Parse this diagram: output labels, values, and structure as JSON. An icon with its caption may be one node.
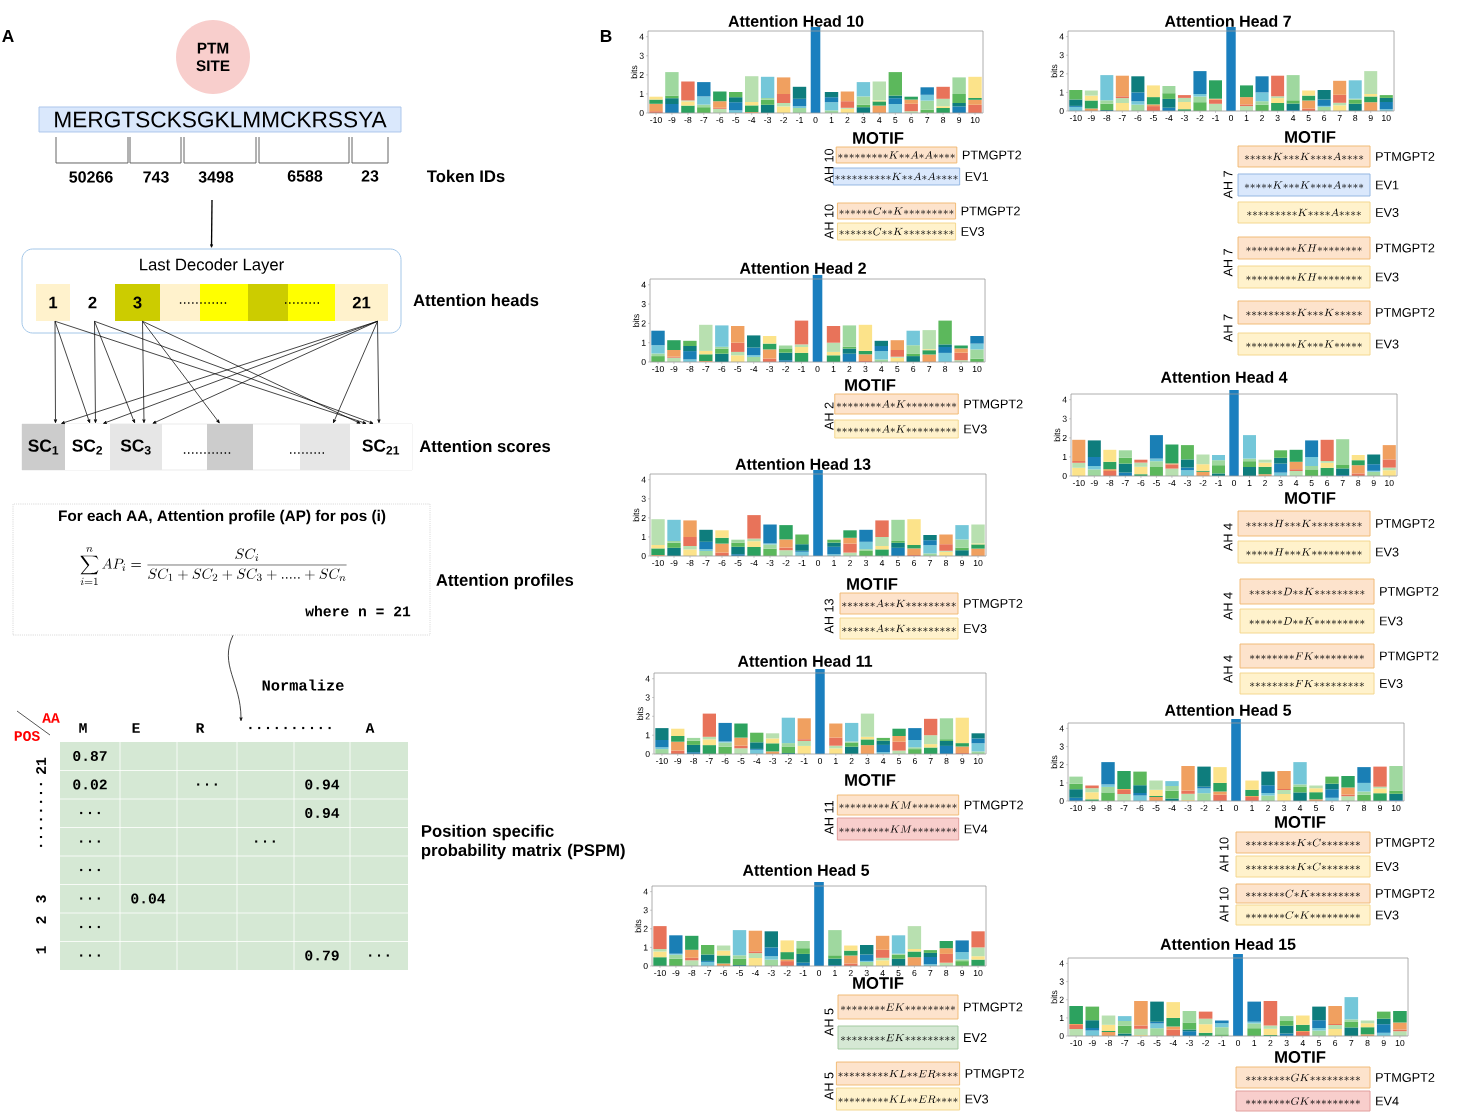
{
  "diagram": {
    "nodes": [
      {
        "text": [
          "PTM SITE"
        ]
      },
      {
        "text": [
          "MERGTSCKSGKLMMCKRSSYA"
        ]
      },
      {
        "text": [
          "Last Decoder Layer"
        ]
      },
      {
        "text": [
          "1"
        ],
        "in": 2
      },
      {
        "text": [
          "2"
        ],
        "in": 2
      },
      {
        "text": [
          "3"
        ],
        "in": 2
      },
      {
        "text": [],
        "shape": "box",
        "in": 2
      },
      {
        "text": [],
        "shape": "box",
        "in": 2
      },
      {
        "text": [],
        "shape": "box",
        "in": 2
      },
      {
        "text": [],
        "shape": "box",
        "in": 2
      },
      {
        "text": [
          "21"
        ],
        "in": 2
      },
      {
        "text": [
          "SC$_{1}$"
        ]
      },
      {
        "text": [
          "SC$_{2}$"
        ]
      },
      {
        "text": [
          "SC$_{3}$"
        ]
      },
      {
        "text": [],
        "shape": "box"
      },
      {
        "text": [],
        "shape": "box"
      },
      {
        "text": [
          "SC$_{21}$"
        ]
      },
      {
        "text": [
          "For each AA, Attention profile (AP) for pos (i)",
          "\\sum_{i=1}^{n} AP_{i} = \\frac{SC_{i}}{SC_{1} + SC_{2} + SC_{3} + ..... + SC_{n}}",
          "where n = 21"
        ],
        "beside": [
          "Attention profiles"
        ]
      },
      {
        "text": [],
        "shape": "box",
        "beside": [
          "Position specific probability matrix (PSPM)"
        ]
      },
      {
        "text": [
          "*********K**A*A****"
        ],
        "beside": [
          "PTMGPT2"
        ]
      },
      {
        "text": [
          "**********K**A*A****"
        ],
        "beside": [
          "EV1"
        ]
      },
      {
        "text": [
          "******C**K*********"
        ],
        "beside": [
          "PTMGPT2"
        ]
      },
      {
        "text": [
          "******C**K*********"
        ],
        "beside": [
          "EV3"
        ]
      },
      {
        "text": [
          "********A*K*********"
        ],
        "beside": [
          "PTMGPT2"
        ]
      },
      {
        "text": [
          "********A*K*********"
        ],
        "beside": [
          "EV3"
        ]
      },
      {
        "text": [
          "******A**K*********"
        ],
        "beside": [
          "PTMGPT2"
        ]
      },
      {
        "text": [
          "******A**K*********"
        ],
        "beside": [
          "EV3"
        ]
      },
      {
        "text": [
          "*********KM********"
        ],
        "beside": [
          "PTMGPT2"
        ]
      },
      {
        "text": [
          "*********KM********"
        ],
        "beside": [
          "EV4"
        ]
      },
      {
        "text": [
          "********EK*********"
        ],
        "beside": [
          "PTMGPT2"
        ]
      },
      {
        "text": [
          "********EK*********"
        ],
        "beside": [
          "EV2"
        ]
      },
      {
        "text": [
          "*********KL**ER****"
        ],
        "beside": [
          "PTMGPT2"
        ]
      },
      {
        "text": [
          "*********KL**ER****"
        ],
        "beside": [
          "EV3"
        ]
      },
      {
        "text": [
          "*****K***K****A****"
        ],
        "beside": [
          "PTMGPT2"
        ]
      },
      {
        "text": [
          "*****K***K****A****"
        ],
        "beside": [
          "EV1"
        ]
      },
      {
        "text": [
          "*********K****A****"
        ],
        "beside": [
          "EV3"
        ]
      },
      {
        "text": [
          "*********KH********"
        ],
        "beside": [
          "PTMGPT2"
        ]
      },
      {
        "text": [
          "*********KH********"
        ],
        "beside": [
          "EV3"
        ]
      },
      {
        "text": [
          "*********K***K*****"
        ],
        "beside": [
          "PTMGPT2"
        ]
      },
      {
        "text": [
          "*********K***K*****"
        ],
        "beside": [
          "EV3"
        ]
      },
      {
        "text": [
          "*****H***K*********"
        ],
        "beside": [
          "PTMGPT2"
        ]
      },
      {
        "text": [
          "*****H***K*********"
        ],
        "beside": [
          "EV3"
        ]
      },
      {
        "text": [
          "******D**K*********"
        ],
        "beside": [
          "PTMGPT2"
        ]
      },
      {
        "text": [
          "******D**K*********"
        ],
        "beside": [
          "EV3"
        ]
      },
      {
        "text": [
          "********FK*********"
        ],
        "beside": [
          "PTMGPT2"
        ]
      },
      {
        "text": [
          "********FK*********"
        ],
        "beside": [
          "EV3"
        ]
      },
      {
        "text": [
          "*********K*C*******"
        ],
        "beside": [
          "PTMGPT2"
        ]
      },
      {
        "text": [
          "*********K*C*******"
        ],
        "beside": [
          "EV3"
        ]
      },
      {
        "text": [
          "*******C*K*********"
        ],
        "beside": [
          "PTMGPT2"
        ]
      },
      {
        "text": [
          "*******C*K*********"
        ],
        "beside": [
          "EV3"
        ]
      },
      {
        "text": [
          "********GK*********"
        ],
        "beside": [
          "PTMGPT2"
        ]
      },
      {
        "text": [
          "********GK*********"
        ],
        "beside": [
          "EV4"
        ]
      }
    ],
    "edges": [
      {
        "from": null,
        "to": 2,
        "arrow": "to"
      },
      {
        "from": 3,
        "to": 11,
        "arrow": "to"
      },
      {
        "from": 3,
        "to": 12,
        "arrow": "to"
      },
      {
        "from": 3,
        "to": 16,
        "arrow": "to"
      },
      {
        "from": 4,
        "to": 12,
        "arrow": "to"
      },
      {
        "from": 4,
        "to": 13,
        "arrow": "to"
      },
      {
        "from": 4,
        "to": 16,
        "arrow": "to"
      },
      {
        "from": 5,
        "to": 13,
        "arrow": "to"
      },
      {
        "from": 5,
        "to": 14,
        "arrow": "to"
      },
      {
        "from": 5,
        "to": 16,
        "arrow": "to"
      },
      {
        "from": 10,
        "to": 11,
        "arrow": "to"
      },
      {
        "from": 10,
        "to": 12,
        "arrow": "to"
      },
      {
        "from": 10,
        "to": 13,
        "arrow": "to"
      },
      {
        "from": 10,
        "to": 15,
        "arrow": "to"
      },
      {
        "from": 10,
        "to": 16,
        "arrow": "to"
      },
      {
        "from": 17,
        "to": 18,
        "arrow": "to",
        "label": "Normalize"
      }
    ],
    "labels": [
      "A",
      "50266",
      "743",
      "3498",
      "6588",
      "23",
      "Token IDs",
      "Attention heads",
      "............",
      ".........",
      "............",
      ".........",
      "Attention scores",
      "AA",
      "POS",
      "M",
      "E",
      "R",
      "..........",
      "A",
      "21",
      "........",
      "3",
      "2",
      "1",
      "0.87",
      "0.02",
      "...",
      "0.94",
      "...",
      "0.94",
      "...",
      "...",
      "...",
      "...",
      "0.04",
      "...",
      "...",
      "0.79",
      "...",
      "B",
      "Attention Head 10",
      "4",
      "3",
      "2",
      "1",
      "0",
      "bits",
      "-10",
      "-9",
      "-8",
      "-7",
      "-6",
      "-5",
      "-4",
      "-3",
      "-2",
      "-1",
      "0",
      "1",
      "2",
      "3",
      "4",
      "5",
      "6",
      "7",
      "8",
      "9",
      "10",
      "MOTIF",
      "AH 10",
      "AH 10",
      "Attention Head 2",
      "4",
      "3",
      "2",
      "1",
      "0",
      "bits",
      "-10",
      "-9",
      "-8",
      "-7",
      "-6",
      "-5",
      "-4",
      "-3",
      "-2",
      "-1",
      "0",
      "1",
      "2",
      "3",
      "4",
      "5",
      "6",
      "7",
      "8",
      "9",
      "10",
      "MOTIF",
      "AH 2",
      "Attention Head 13",
      "4",
      "3",
      "2",
      "1",
      "0",
      "bits",
      "-10",
      "-9",
      "-8",
      "-7",
      "-6",
      "-5",
      "-4",
      "-3",
      "-2",
      "-1",
      "0",
      "1",
      "2",
      "3",
      "4",
      "5",
      "6",
      "7",
      "8",
      "9",
      "10",
      "MOTIF",
      "AH 13",
      "Attention Head 11",
      "4",
      "3",
      "2",
      "1",
      "0",
      "bits",
      "-10",
      "-9",
      "-8",
      "-7",
      "-6",
      "-5",
      "-4",
      "-3",
      "-2",
      "-1",
      "0",
      "1",
      "2",
      "3",
      "4",
      "5",
      "6",
      "7",
      "8",
      "9",
      "10",
      "MOTIF",
      "AH 11",
      "Attention Head 5",
      "4",
      "3",
      "2",
      "1",
      "0",
      "bits",
      "-10",
      "-9",
      "-8",
      "-7",
      "-6",
      "-5",
      "-4",
      "-3",
      "-2",
      "-1",
      "0",
      "1",
      "2",
      "3",
      "4",
      "5",
      "6",
      "7",
      "8",
      "9",
      "10",
      "MOTIF",
      "AH 5",
      "AH 5",
      "Attention Head 7",
      "4",
      "3",
      "2",
      "1",
      "0",
      "bits",
      "-10",
      "-9",
      "-8",
      "-7",
      "-6",
      "-5",
      "-4",
      "-3",
      "-2",
      "-1",
      "0",
      "1",
      "2",
      "3",
      "4",
      "5",
      "6",
      "7",
      "8",
      "9",
      "10",
      "MOTIF",
      "AH 7",
      "AH 7",
      "AH 7",
      "Attention Head 4",
      "4",
      "3",
      "2",
      "1",
      "0",
      "bits",
      "-10",
      "-9",
      "-8",
      "-7",
      "-6",
      "-5",
      "-4",
      "-3",
      "-2",
      "-1",
      "0",
      "1",
      "2",
      "3",
      "4",
      "5",
      "6",
      "7",
      "8",
      "9",
      "10",
      "MOTIF",
      "AH 4",
      "AH 4",
      "AH 4",
      "Attention Head 5",
      "4",
      "3",
      "2",
      "1",
      "0",
      "bits",
      "-10",
      "-9",
      "-8",
      "-7",
      "-6",
      "-5",
      "-4",
      "-3",
      "-2",
      "-1",
      "0",
      "1",
      "2",
      "3",
      "4",
      "5",
      "6",
      "7",
      "8",
      "9",
      "10",
      "MOTIF",
      "AH 10",
      "AH 10",
      "Attention Head 15",
      "4",
      "3",
      "2",
      "1",
      "0",
      "bits",
      "-10",
      "-9",
      "-8",
      "-7",
      "-6",
      "-5",
      "-4",
      "-3",
      "-2",
      "-1",
      "0",
      "1",
      "2",
      "3",
      "4",
      "5",
      "6",
      "7",
      "8",
      "9",
      "10",
      "MOTIF"
    ]
  }
}
